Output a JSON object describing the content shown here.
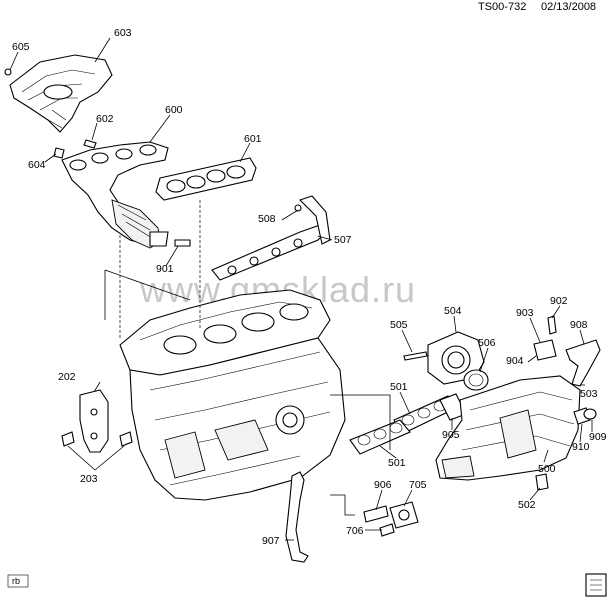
{
  "header": {
    "code": "TS00-732",
    "date": "02/13/2008"
  },
  "watermark": "www.gmsklad.ru",
  "corner_label": "rb",
  "callouts": [
    {
      "id": "605",
      "text": "605"
    },
    {
      "id": "603",
      "text": "603"
    },
    {
      "id": "600",
      "text": "600"
    },
    {
      "id": "602",
      "text": "602"
    },
    {
      "id": "604",
      "text": "604"
    },
    {
      "id": "601",
      "text": "601"
    },
    {
      "id": "508",
      "text": "508"
    },
    {
      "id": "507",
      "text": "507"
    },
    {
      "id": "901",
      "text": "901"
    },
    {
      "id": "504",
      "text": "504"
    },
    {
      "id": "505",
      "text": "505"
    },
    {
      "id": "506",
      "text": "506"
    },
    {
      "id": "903",
      "text": "903"
    },
    {
      "id": "902",
      "text": "902"
    },
    {
      "id": "908",
      "text": "908"
    },
    {
      "id": "904",
      "text": "904"
    },
    {
      "id": "503",
      "text": "503"
    },
    {
      "id": "202",
      "text": "202"
    },
    {
      "id": "501a",
      "text": "501"
    },
    {
      "id": "905",
      "text": "905"
    },
    {
      "id": "910",
      "text": "910"
    },
    {
      "id": "909",
      "text": "909"
    },
    {
      "id": "501b",
      "text": "501"
    },
    {
      "id": "500",
      "text": "500"
    },
    {
      "id": "203",
      "text": "203"
    },
    {
      "id": "906",
      "text": "906"
    },
    {
      "id": "705",
      "text": "705"
    },
    {
      "id": "502",
      "text": "502"
    },
    {
      "id": "706",
      "text": "706"
    },
    {
      "id": "907",
      "text": "907"
    }
  ]
}
